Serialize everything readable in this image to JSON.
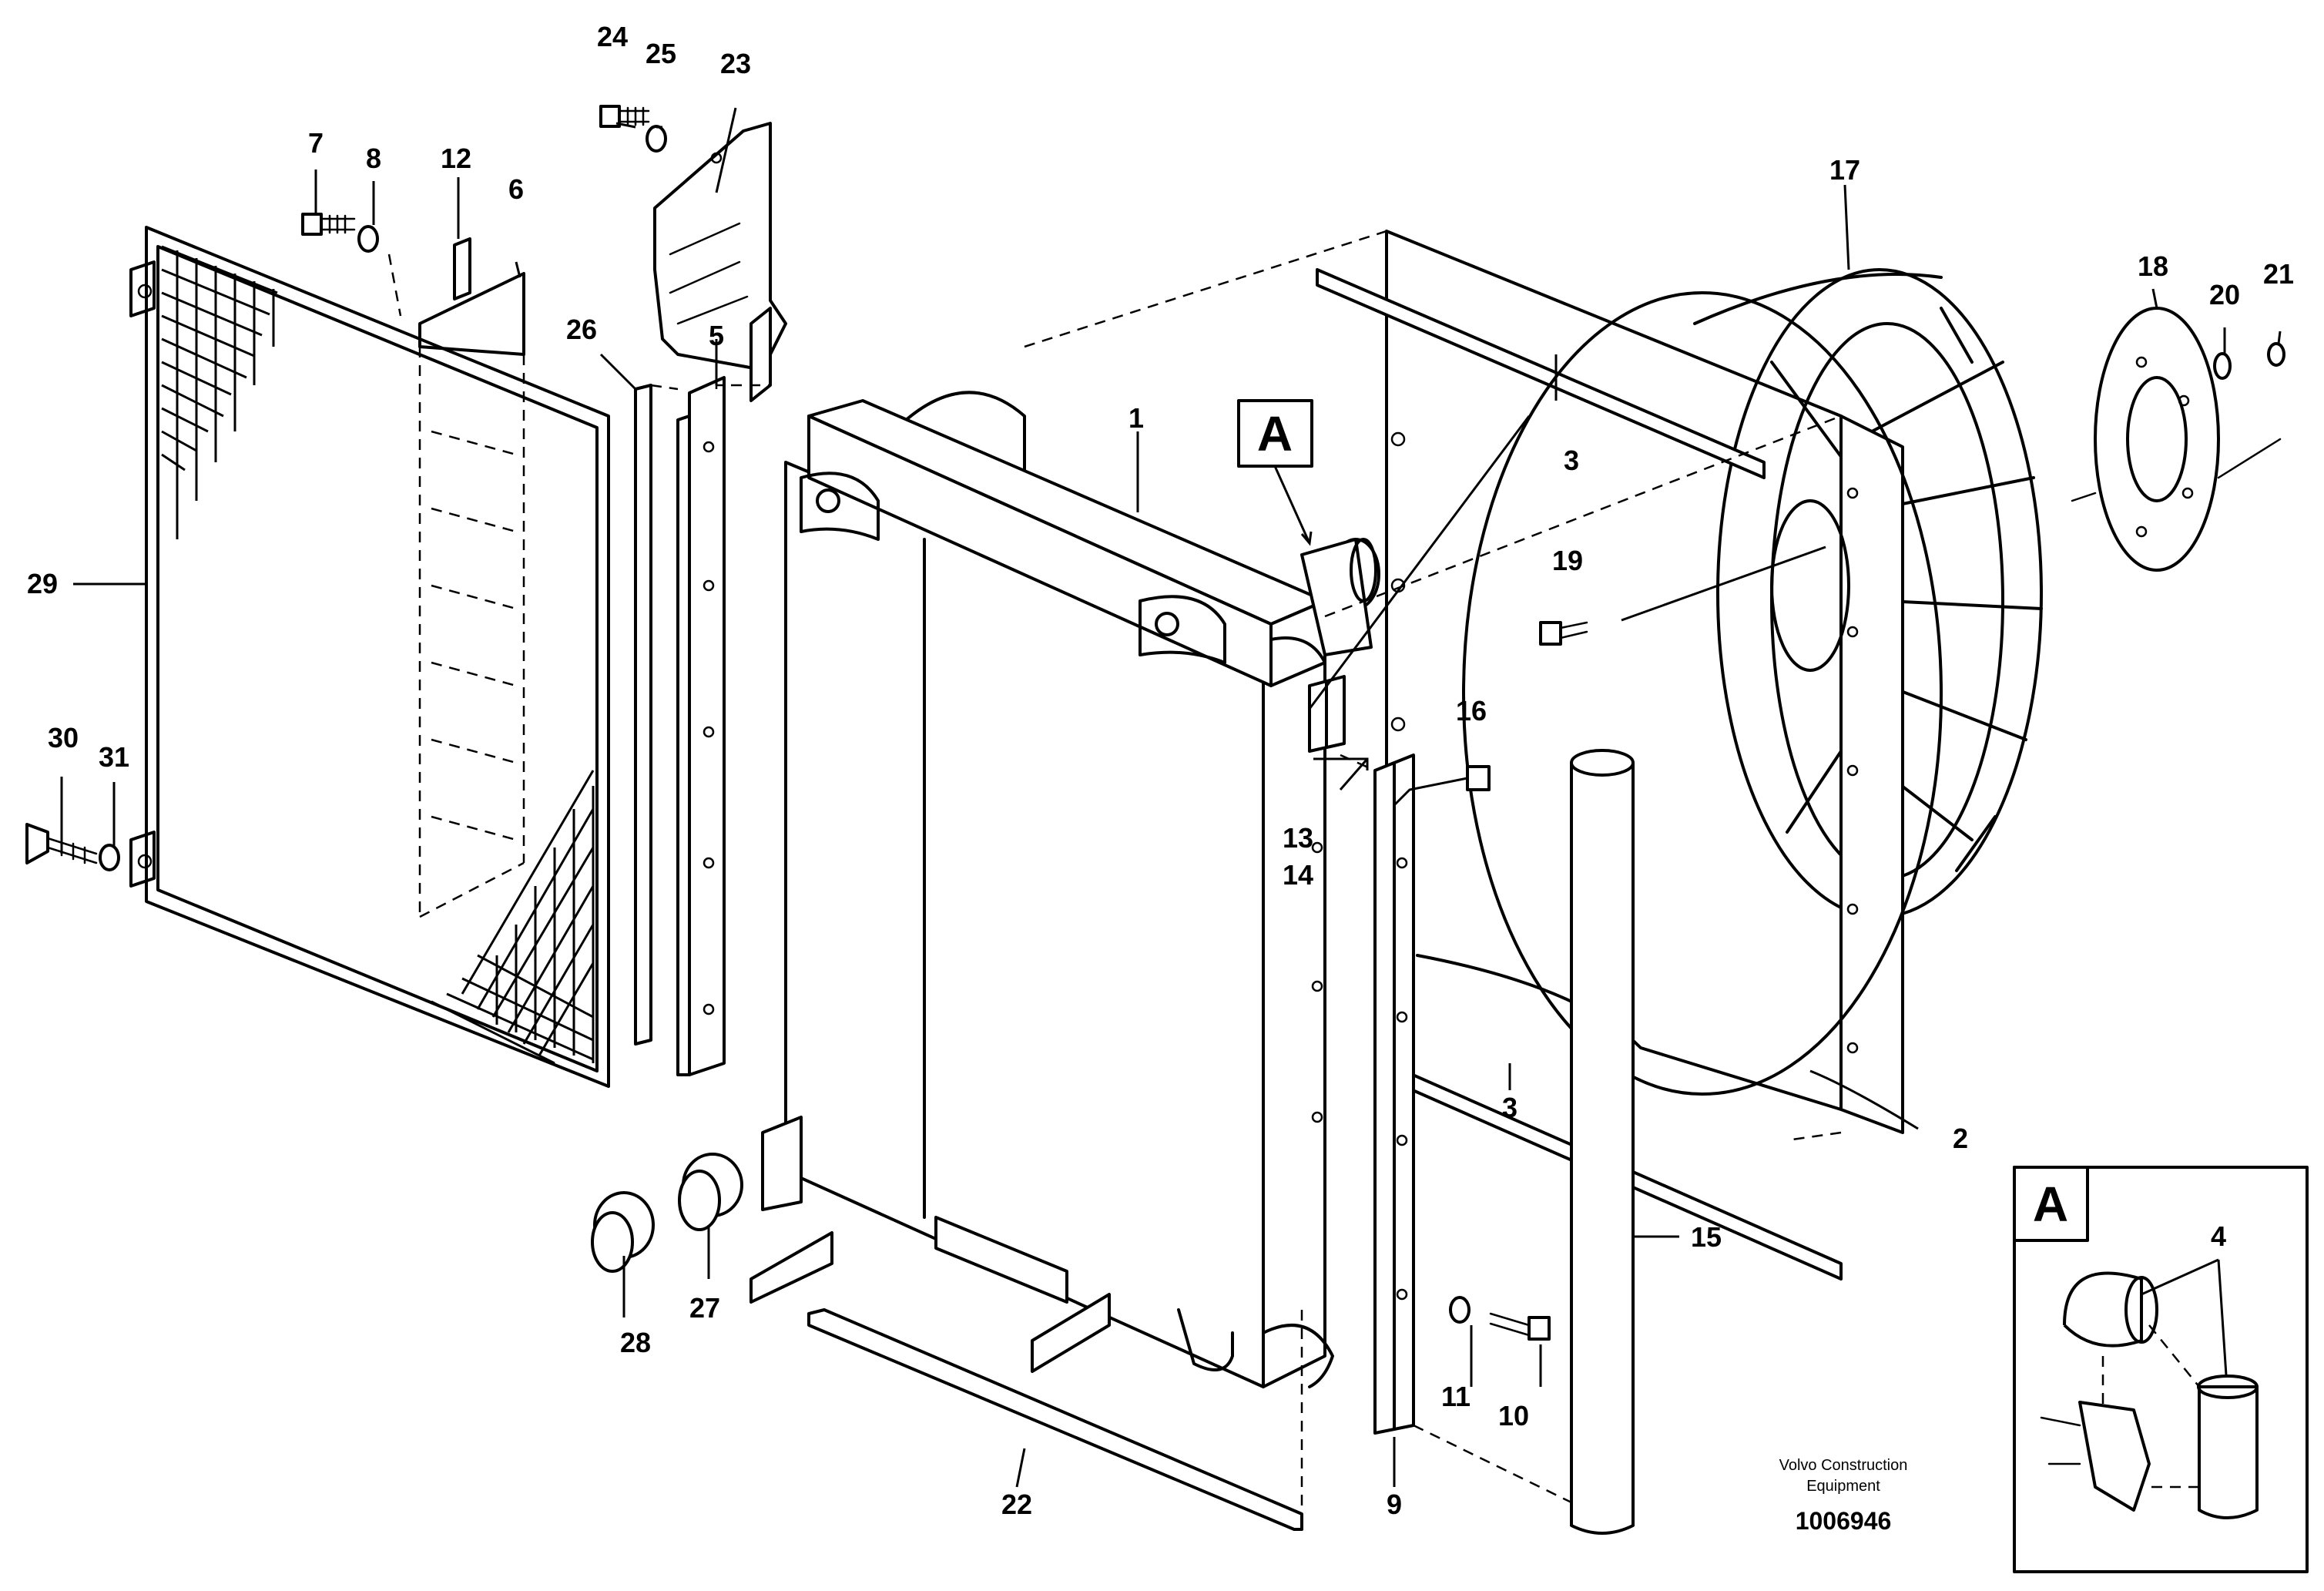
{
  "diagram": {
    "labels": {
      "p1": "1",
      "p2": "2",
      "p3a": "3",
      "p3b": "3",
      "p4": "4",
      "p5": "5",
      "p6": "6",
      "p7": "7",
      "p8": "8",
      "p9": "9",
      "p10": "10",
      "p11": "11",
      "p12": "12",
      "p13": "13",
      "p14": "14",
      "p15": "15",
      "p16": "16",
      "p17": "17",
      "p18": "18",
      "p19": "19",
      "p20": "20",
      "p21": "21",
      "p22": "22",
      "p23": "23",
      "p24": "24",
      "p25": "25",
      "p26": "26",
      "p27": "27",
      "p28": "28",
      "p29": "29",
      "p30": "30",
      "p31": "31"
    },
    "callout_main": "A",
    "callout_detail": "A",
    "credit_line1": "Volvo Construction",
    "credit_line2": "Equipment",
    "document_number": "1006946"
  }
}
